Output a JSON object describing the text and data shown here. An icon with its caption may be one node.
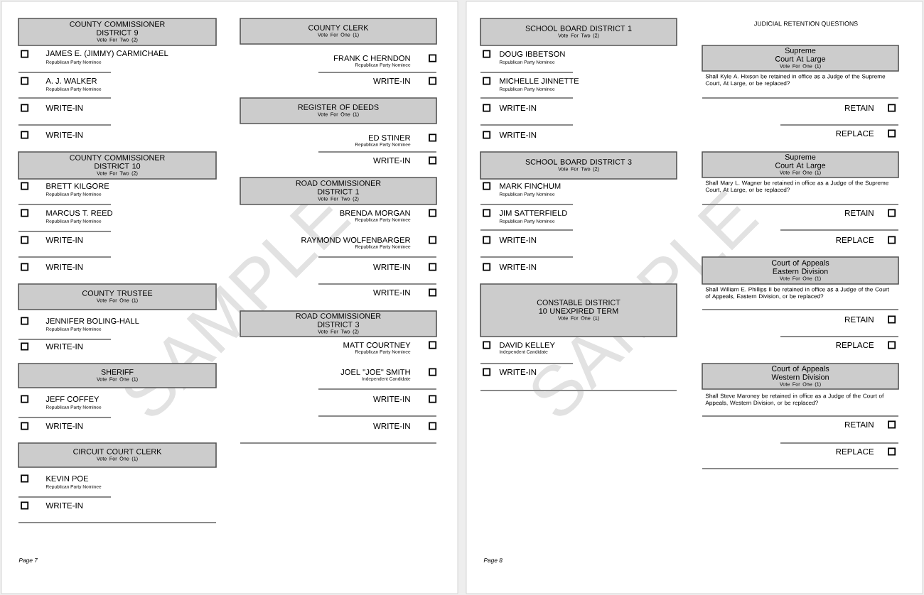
{
  "diagram": {
    "nodes": [
      {
        "text": [
          "COUNTY COMMISSIONER DISTRICT 9",
          "Vote For Two (2)"
        ]
      },
      {
        "text": [
          "COUNTY COMMISSIONER DISTRICT 10",
          "Vote For Two (2)"
        ]
      },
      {
        "text": [
          "COUNTY TRUSTEE",
          "Vote For One (1)"
        ]
      },
      {
        "text": [
          "SHERIFF",
          "Vote For One (1)"
        ]
      },
      {
        "text": [
          "CIRCUIT COURT CLERK",
          "Vote For One (1)"
        ]
      },
      {
        "text": [
          "COUNTY CLERK",
          "Vote For One (1)"
        ]
      },
      {
        "text": [
          "REGISTER OF DEEDS",
          "Vote For One (1)"
        ]
      },
      {
        "text": [
          "ROAD COMMISSIONER DISTRICT 1",
          "Vote For Two (2)"
        ]
      },
      {
        "text": [
          "ROAD COMMISSIONER DISTRICT 3",
          "Vote For Two (2)"
        ]
      },
      {
        "text": [
          "SCHOOL BOARD DISTRICT 1",
          "Vote For Two (2)"
        ]
      },
      {
        "text": [
          "SCHOOL BOARD DISTRICT 3",
          "Vote For Two (2)"
        ]
      },
      {
        "text": [
          "CONSTABLE DISTRICT 10 UNEXPIRED TERM",
          "Vote For One (1)"
        ]
      },
      {
        "text": [
          "Supreme Court At Large",
          "Vote For One (1)"
        ]
      },
      {
        "text": [
          "Supreme Court At Large",
          "Vote For One (1)"
        ]
      },
      {
        "text": [
          "Court of Appeals Eastern Division",
          "Vote For One (1)"
        ]
      },
      {
        "text": [
          "Court of Appeals Western Division",
          "Vote For One (1)"
        ]
      }
    ],
    "labels": [
      "JAMES E. (JIMMY) CARMICHAEL",
      "Republican Party Nominee",
      "A. J. WALKER",
      "Republican Party Nominee",
      "WRITE-IN",
      "WRITE-IN",
      "BRETT KILGORE",
      "Republican Party Nominee",
      "MARCUS T. REED",
      "Republican Party Nominee",
      "WRITE-IN",
      "WRITE-IN",
      "JENNIFER BOLING-HALL",
      "Republican Party Nominee",
      "WRITE-IN",
      "JEFF COFFEY",
      "Republican Party Nominee",
      "WRITE-IN",
      "KEVIN POE",
      "Republican Party Nominee",
      "WRITE-IN",
      "Page 7",
      "FRANK C HERNDON",
      "Republican Party Nominee",
      "WRITE-IN",
      "ED STINER",
      "Republican Party Nominee",
      "WRITE-IN",
      "BRENDA MORGAN",
      "Republican Party Nominee",
      "RAYMOND WOLFENBARGER",
      "Republican Party Nominee",
      "WRITE-IN",
      "WRITE-IN",
      "MATT COURTNEY",
      "Republican Party Nominee",
      "JOEL \"JOE\" SMITH",
      "Independent Candidate",
      "WRITE-IN",
      "WRITE-IN",
      "DOUG IBBETSON",
      "Republican Party Nominee",
      "MICHELLE JINNETTE",
      "Republican Party Nominee",
      "WRITE-IN",
      "WRITE-IN",
      "MARK FINCHUM",
      "Republican Party Nominee",
      "JIM SATTERFIELD",
      "Republican Party Nominee",
      "WRITE-IN",
      "WRITE-IN",
      "DAVID KELLEY",
      "Independent Candidate",
      "WRITE-IN",
      "Page 8",
      "JUDICIAL RETENTION QUESTIONS",
      "Shall Kyle A. Hixson be retained in office as a Judge of the Supreme Court, At Large, or be replaced?",
      "RETAIN",
      "REPLACE",
      "Shall Mary L. Wagner be retained in office as a Judge of the Supreme Court, At Large, or be replaced?",
      "RETAIN",
      "REPLACE",
      "Shall William E. Phillips II be retained in office as a Judge of the Court of Appeals, Eastern Division, or be replaced?",
      "RETAIN",
      "REPLACE",
      "Shall Steve Maroney be retained in office as a Judge of the Court of Appeals, Western Division, or be replaced?",
      "RETAIN",
      "REPLACE",
      "SAMPLE",
      "SAMPLE"
    ]
  }
}
